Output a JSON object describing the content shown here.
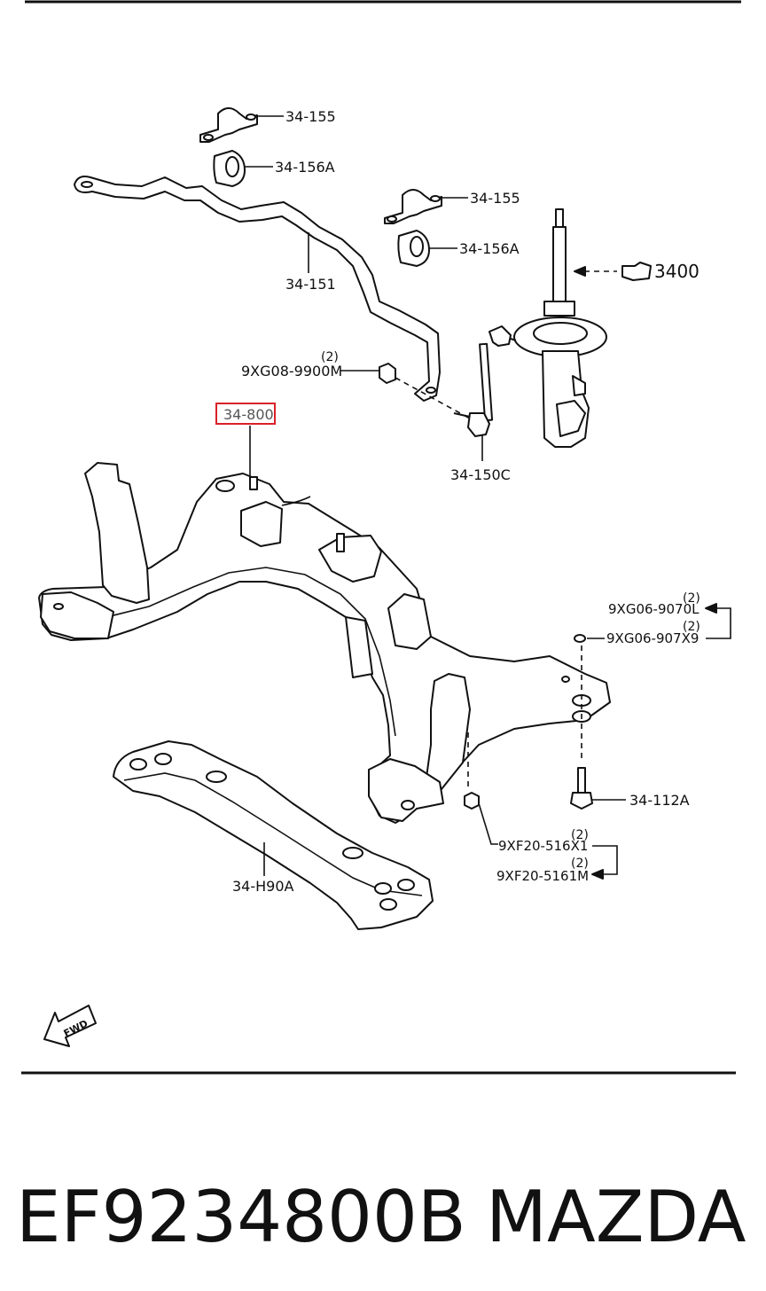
{
  "labels": {
    "bracket_top": "34-155",
    "bushing_top": "34-156A",
    "bracket_mid": "34-155",
    "bushing_mid": "34-156A",
    "stabilizer_bar": "34-151",
    "shock": "3400",
    "nut_qty": "(2)",
    "nut": "9XG08-9900M",
    "crossmember": "34-800",
    "link": "34-150C",
    "washer_l_qty": "(2)",
    "washer_l": "9XG06-9070L",
    "washer_x_qty": "(2)",
    "washer_x": "9XG06-907X9",
    "bolt": "34-112A",
    "nut_x_qty": "(2)",
    "nut_x": "9XF20-516X1",
    "nut_m_qty": "(2)",
    "nut_m": "9XF20-5161M",
    "lower_member": "34-H90A",
    "fwd": "FWD"
  },
  "footer": {
    "part_number": "EF9234800B",
    "brand": "MAZDA"
  },
  "highlight_color": "#d9202a",
  "line_color": "#111111"
}
